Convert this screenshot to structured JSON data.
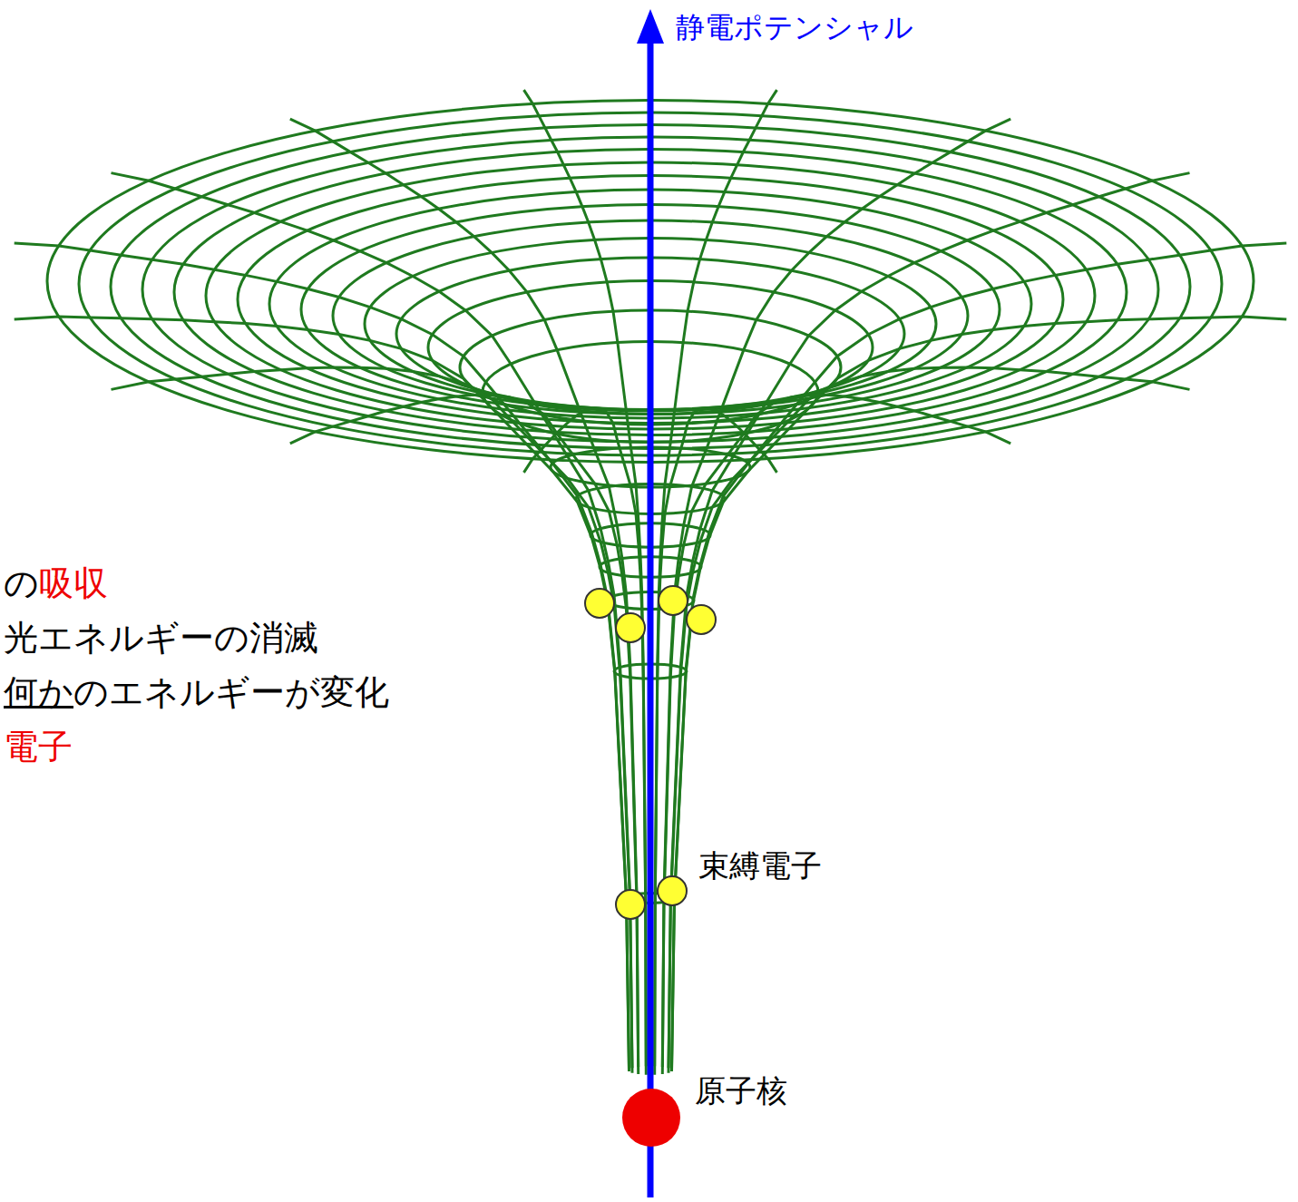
{
  "diagram": {
    "labels": [
      "静電ポテンシャル",
      "の",
      "吸収",
      "光エネルギーの消滅",
      "何か",
      "のエネルギーが変化",
      "電子",
      "束縛電子",
      "原子核"
    ]
  }
}
